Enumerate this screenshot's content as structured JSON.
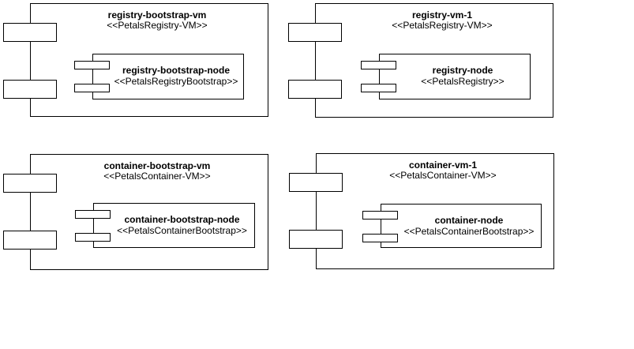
{
  "diagram": {
    "type": "uml-component-deployment-diagram",
    "background_color": "#ffffff",
    "line_color": "#000000",
    "text_color": "#000000"
  },
  "nodes": [
    {
      "name": "registry-bootstrap-vm",
      "stereotype": "<<PetalsRegistry-VM>>",
      "inner": {
        "name": "registry-bootstrap-node",
        "stereotype": "<<PetalsRegistryBootstrap>>"
      }
    },
    {
      "name": "registry-vm-1",
      "stereotype": "<<PetalsRegistry-VM>>",
      "inner": {
        "name": "registry-node",
        "stereotype": "<<PetalsRegistry>>"
      }
    },
    {
      "name": "container-bootstrap-vm",
      "stereotype": "<<PetalsContainer-VM>>",
      "inner": {
        "name": "container-bootstrap-node",
        "stereotype": "<<PetalsContainerBootstrap>>"
      }
    },
    {
      "name": "container-vm-1",
      "stereotype": "<<PetalsContainer-VM>>",
      "inner": {
        "name": "container-node",
        "stereotype": "<<PetalsContainerBootstrap>>"
      }
    }
  ]
}
